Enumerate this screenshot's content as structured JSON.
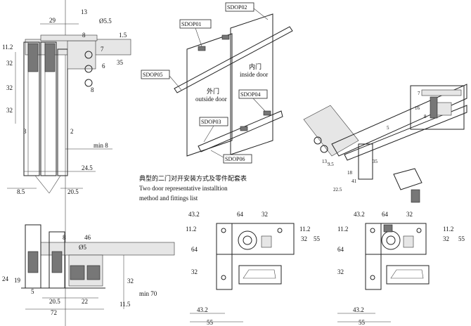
{
  "caption": {
    "line1": "典型的二门对开安装方式及零件配套表",
    "line2": "Two door representative installtion",
    "line3": "method and fittings list"
  },
  "parts": {
    "p01": "SDOP01",
    "p02": "SDOP02",
    "p03": "SDOP03",
    "p04": "SDOP04",
    "p05": "SDOP05",
    "p06": "SDOP06"
  },
  "doors": {
    "inside_cn": "内门",
    "inside_en": "inside door",
    "outside_cn": "外门",
    "outside_en": "outside door"
  },
  "top_left_dims": {
    "d29": "29",
    "d13": "13",
    "d5_5": "Ø5.5",
    "d8": "8",
    "d1_5": "1.5",
    "d11_2": "11.2",
    "d7": "7",
    "d35": "35",
    "d6": "6",
    "d32a": "32",
    "d32b": "32",
    "d32c": "32",
    "d8b": "8",
    "d3": "3",
    "d2": "2",
    "min8": "min 8",
    "d24_5": "24.5",
    "d8_5": "8.5",
    "d20_5": "20.5"
  },
  "bottom_left_dims": {
    "d8": "8",
    "d46": "46",
    "d5": "Ø5",
    "d24": "24",
    "d19": "19",
    "d5b": "5",
    "d20_5": "20.5",
    "d22": "22",
    "d72": "72",
    "d32": "32",
    "min70": "min 70",
    "d11_5": "11.5"
  },
  "iso_dims": {
    "d7": "7",
    "d16": "16",
    "d8": "8",
    "d5": "5",
    "d13": "13",
    "d9_5": "9.5",
    "d35": "35",
    "d22_5": "22.5",
    "d18": "18",
    "d41": "41"
  },
  "bracket_a": {
    "d43_2": "43.2",
    "d64": "64",
    "d32": "32",
    "d11_2": "11.2",
    "d11_2r": "11.2",
    "d32r": "32",
    "d55r": "55",
    "d64l": "64",
    "d32l": "32",
    "d43_2b": "43.2",
    "d55b": "55"
  },
  "bracket_b": {
    "d43_2": "43.2",
    "d64": "64",
    "d32": "32",
    "d11_2": "11.2",
    "d11_2r": "11.2",
    "d32r": "32",
    "d55r": "55",
    "d64l": "64",
    "d32l": "32",
    "d43_2b": "43.2",
    "d55b": "55"
  }
}
